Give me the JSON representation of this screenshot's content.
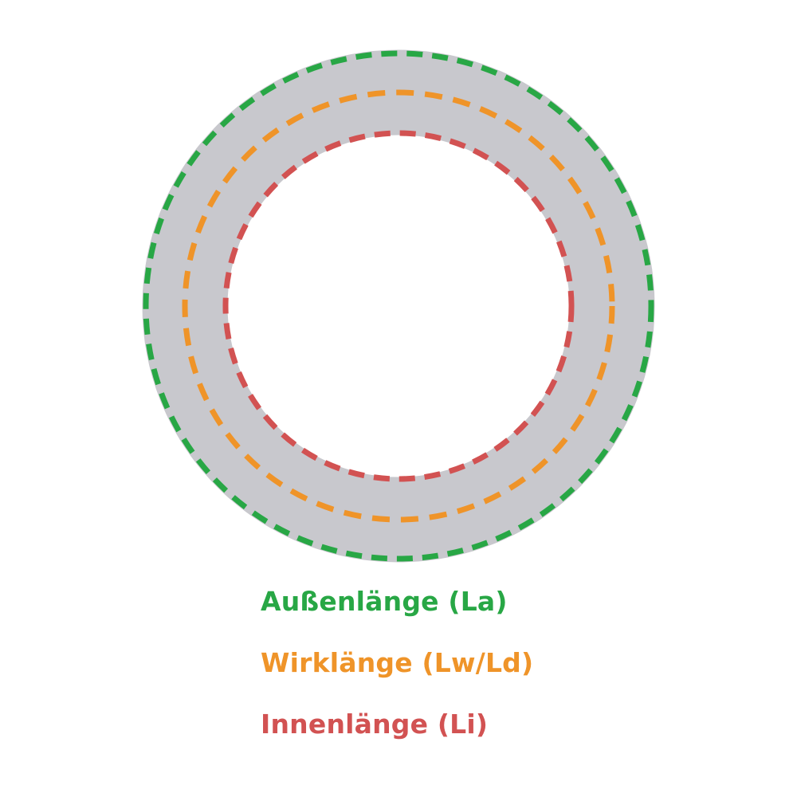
{
  "diagram": {
    "ring_fill_color": "#c8c8cd",
    "background_color": "#ffffff",
    "lines": [
      {
        "key": "outer",
        "color": "#28a745",
        "style": "dashed"
      },
      {
        "key": "pitch",
        "color": "#ef9429",
        "style": "dashed"
      },
      {
        "key": "inner",
        "color": "#d25252",
        "style": "dashed"
      }
    ]
  },
  "legend": {
    "items": [
      {
        "label": "Außenlänge (La)",
        "color": "#28a745"
      },
      {
        "label": "Wirklänge (Lw/Ld)",
        "color": "#ef9429"
      },
      {
        "label": "Innenlänge (Li)",
        "color": "#d25252"
      }
    ]
  }
}
